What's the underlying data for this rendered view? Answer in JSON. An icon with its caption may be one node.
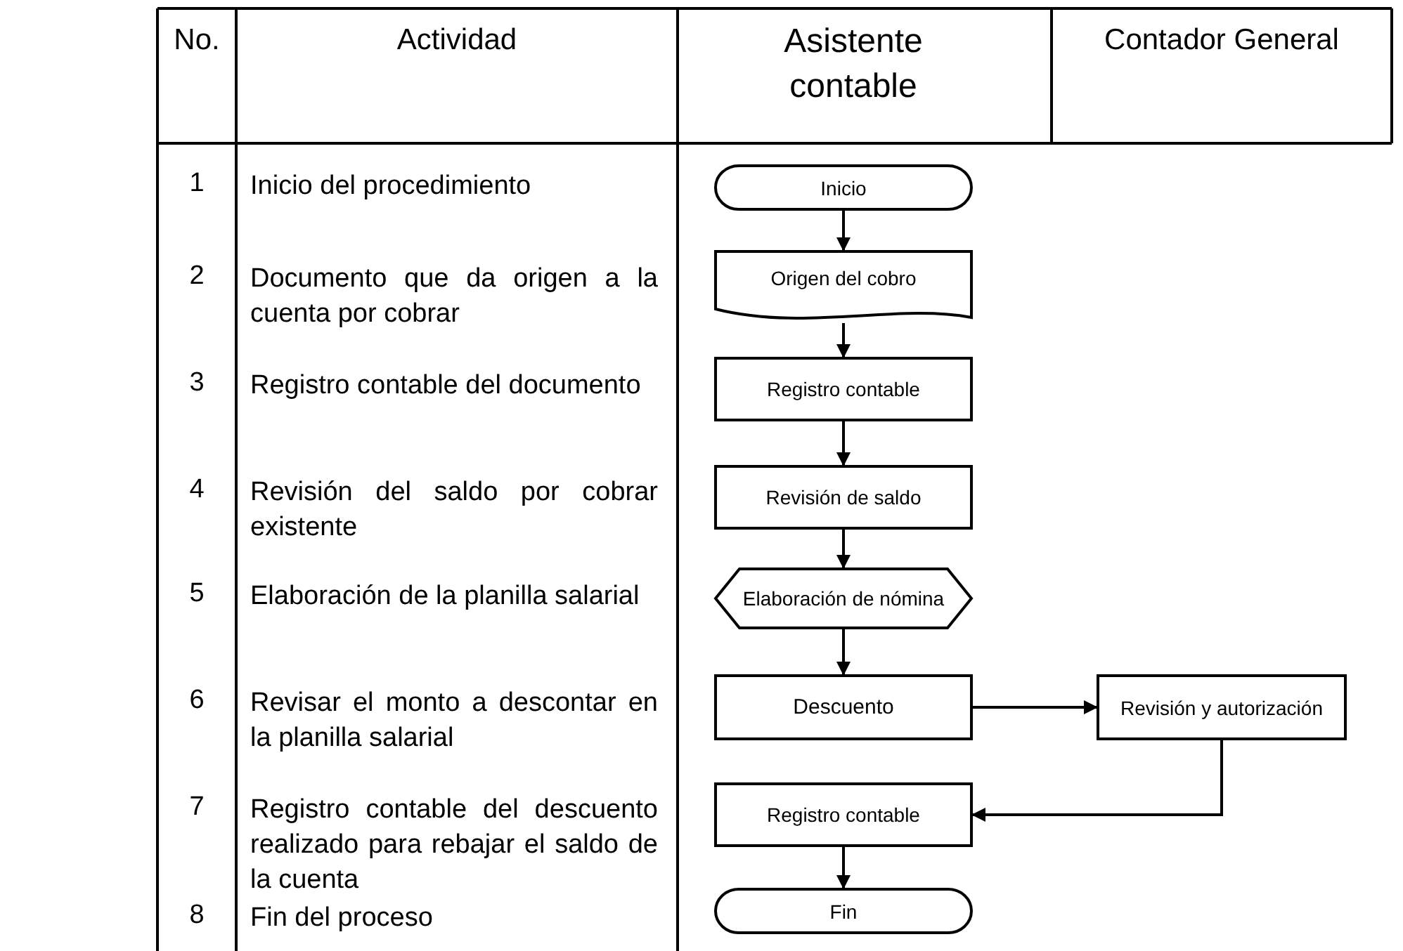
{
  "diagram": {
    "nodes": [
      {
        "text": [
          "Inicio"
        ]
      },
      {
        "text": [
          "Origen del cobro"
        ]
      },
      {
        "text": [
          "Registro contable"
        ]
      },
      {
        "text": [
          "Revisión de saldo"
        ]
      },
      {
        "text": [
          "Elaboración de nómina"
        ]
      },
      {
        "text": [
          "Descuento"
        ]
      },
      {
        "text": [
          "Revisión y autorización"
        ]
      },
      {
        "text": [
          "Registro contable"
        ]
      },
      {
        "text": [
          "Fin"
        ]
      }
    ],
    "edges": [
      {
        "from": 0,
        "to": 1,
        "arrow": "to"
      },
      {
        "from": 1,
        "to": 2,
        "arrow": "to"
      },
      {
        "from": 2,
        "to": 3,
        "arrow": "to"
      },
      {
        "from": 3,
        "to": 4,
        "arrow": "to"
      },
      {
        "from": 4,
        "to": 5,
        "arrow": "to"
      },
      {
        "from": 5,
        "to": 6,
        "arrow": "to"
      },
      {
        "from": 6,
        "to": 7,
        "arrow": "to"
      },
      {
        "from": 7,
        "to": 8,
        "arrow": "to"
      }
    ],
    "labels": [
      "No.",
      "Actividad",
      "Asistente contable",
      "Contador General",
      "1",
      "Inicio del procedimiento",
      "2",
      "Documento que da origen a la cuenta por cobrar",
      "3",
      "Registro contable del documento",
      "4",
      "Revisión del saldo por cobrar existente",
      "5",
      "Elaboración de la planilla salarial",
      "6",
      "Revisar el monto a descontar en la planilla salarial",
      "7",
      "Registro contable del descuento realizado para rebajar el saldo de la cuenta",
      "8",
      "Fin del proceso"
    ]
  }
}
